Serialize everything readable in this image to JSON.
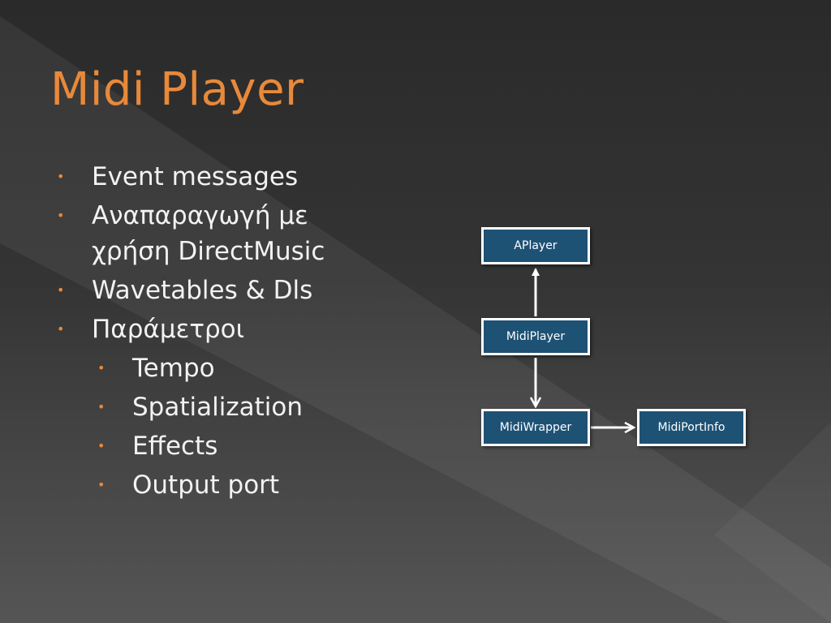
{
  "slide": {
    "title": "Midi Player",
    "accent_color": "#e8893a",
    "text_color": "#f2f2f2"
  },
  "bullets": [
    {
      "level": 1,
      "text": "Event messages"
    },
    {
      "level": 1,
      "text": "Αναπαραγωγή με\nχρήση DirectMusic"
    },
    {
      "level": 1,
      "text": "Wavetables & Dls"
    },
    {
      "level": 1,
      "text": "Παράμετροι"
    },
    {
      "level": 2,
      "text": "Tempo"
    },
    {
      "level": 2,
      "text": "Spatialization"
    },
    {
      "level": 2,
      "text": "Effects"
    },
    {
      "level": 2,
      "text": "Output port"
    }
  ],
  "diagram": {
    "node_color": "#1e5275",
    "nodes": {
      "aplayer": "APlayer",
      "midiplayer": "MidiPlayer",
      "midiwrapper": "MidiWrapper",
      "midiportinfo": "MidiPortInfo"
    },
    "edges": [
      {
        "from": "midiplayer",
        "to": "aplayer"
      },
      {
        "from": "midiplayer",
        "to": "midiwrapper"
      },
      {
        "from": "midiwrapper",
        "to": "midiportinfo"
      }
    ]
  }
}
